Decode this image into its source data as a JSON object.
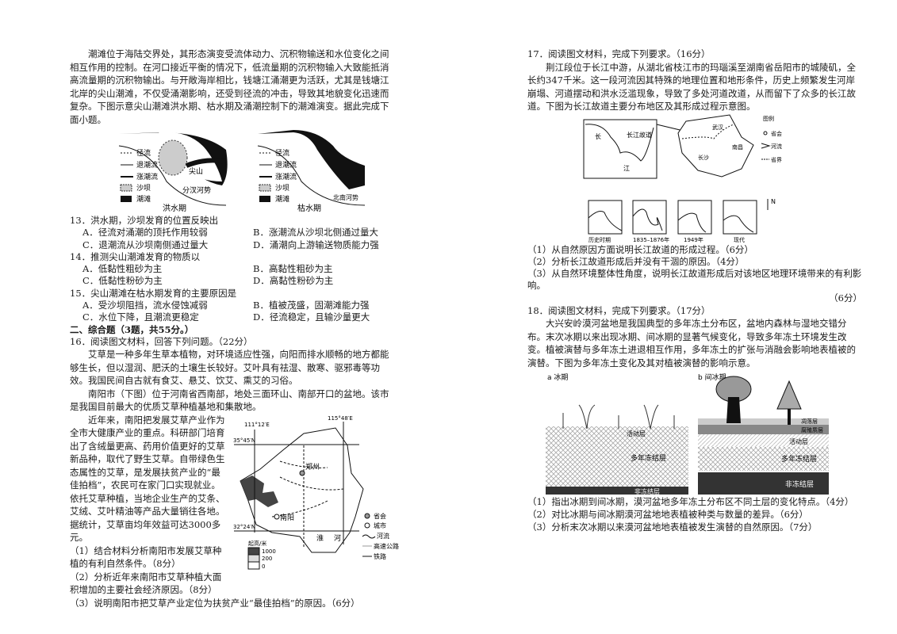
{
  "left": {
    "intro": "潮滩位于海陆交界处，其形态演变受流体动力、沉积物输送和水位变化之间相互作用的控制。在河口接近平衡的情况下，低流量期的沉积物输入大致能抵消高流量期的沉积物输出。与开敞海岸相比，钱塘江涌潮更为活跃，尤其是钱塘江北岸的尖山潮滩，不仅受涌潮影响，还受到径流的冲击，导致其地貌变化迅速而复杂。下图示意尖山潮滩洪水期、枯水期及涌潮控制下的潮滩演变。据此完成下面小题。",
    "diagram1": {
      "legend": [
        "径流",
        "退潮流",
        "涨潮流",
        "沙坝",
        "潮滩"
      ],
      "flood_label": "洪水期",
      "dry_label": "枯水期",
      "jianshan": "尖山",
      "flood_trend": "分汊河势",
      "dry_trend": "北南河势"
    },
    "q13": {
      "stem": "13．洪水期，沙坝发育的位置反映出",
      "A": "A．径流对涌潮的顶托作用较弱",
      "B": "B．涨潮流从沙坝北侧通过量大",
      "C": "C．退潮流从沙坝南侧通过量大",
      "D": "D．涌潮向上游输送物质能力强"
    },
    "q14": {
      "stem": "14．推测尖山潮滩发育的物质以",
      "A": "A．低黏性粗砂为主",
      "B": "B．高黏性粗砂为主",
      "C": "C．低黏性粉砂为主",
      "D": "D．高黏性粉砂为主"
    },
    "q15": {
      "stem": "15．尖山潮滩在枯水期发育的主要原因是",
      "A": "A．受沙坝阻挡，流水侵蚀减弱",
      "B": "B．植被茂盛，固潮滩能力强",
      "C": "C．水位下降，且潮流更稳定",
      "D": "D．径流稳定，且输沙量更大"
    },
    "section2": "二、综合题（3题，共55分。）",
    "q16": {
      "stem": "16．阅读图文材料，回答下列问题。（22分）",
      "p1": "艾草是一种多年生草本植物，对环境适应性强，向阳而排水顺畅的地方都能够生长，但以湿润、肥沃的土壤生长较好。艾叶具有祛湿、散寒、驱邪毒等功效。我国民间自古就有食艾、悬艾、饮艾、熏艾的习俗。",
      "p2": "南阳市（下图）位于河南省西南部，地处三面环山、南部开口的盆地。该市是我国目前最大的优质艾草种植基地和集散地。",
      "p3": "近年来，南阳把发展艾草产业作为全市大健康产业的重点。科研部门培育出了含绒量更高、药用价值更好的艾草新品种，取代了野生艾草。自带绿色生态属性的艾草，是发展扶贫产业的“最佳拍档”，农民可在家门口实现就业。依托艾草种植，当地企业生产的艾条、艾绒、艾叶精油等产品大量销往各地。据统计，艾草亩均年效益可达3000多元。",
      "s1": "（1）结合材料分析南阳市发展艾草种植的有利自然条件。（8分）",
      "s2": "（2）分析近年来南阳市艾草种植大面积增加的主要社会经济原因。（8分）",
      "s3": "（3）说明南阳市把艾草产业定位为扶贫产业“最佳拍档”的原因。（6分）",
      "map": {
        "lon1": "111°12′E",
        "lon2": "115°48′E",
        "lat1": "35°45′N",
        "lat2": "32°24′N",
        "zhengzhou": "郑州",
        "nanyang": "南阳",
        "huai1": "淮",
        "huai2": "河",
        "legend": [
          "省会",
          "城市",
          "河流",
          "高速公路",
          "铁路"
        ],
        "elev_title": "起高/米",
        "elev": [
          "1000",
          "200",
          "0"
        ]
      }
    }
  },
  "right": {
    "q17": {
      "stem": "17．阅读图文材料，完成下列要求。（16分）",
      "p1": "荆江段位于长江中游，从湖北省枝江市的玛瑙溪至湖南省岳阳市的城陵矶，全长约347千米。这一段河流因其特殊的地理位置和地形条件，历史上频繁发生河岸崩塌、河道摆动和洪水泛滥现象，导致了多处河道改道，从而留下了众多的长江故道。下图为长江故道主要分布地区及其形成过程示意图。",
      "map": {
        "chang": "长",
        "jiang": "江",
        "gudao": "长江故道",
        "wuhan": "武汉",
        "changsha": "长沙",
        "nanchang": "南昌",
        "legend_title": "图例",
        "legend": [
          "省会",
          "河流",
          "省界"
        ]
      },
      "stages": [
        "历史时期",
        "1835–1876年",
        "1949年",
        "现代"
      ],
      "north": "N",
      "s1": "（1）从自然原因方面说明长江故道的形成过程。（6分）",
      "s2": "（2）分析长江故道形成后并没有干涸的原因。（4分）",
      "s3": "（3）从自然环境整体性角度，说明长江故道形成后对该地区地理环境带来的有利影响。",
      "s3_score": "（6分）"
    },
    "q18": {
      "stem": "18．阅读图文材料，完成下列要求。（17分）",
      "p1": "大兴安岭漠河盆地是我国典型的多年冻土分布区，盆地内森林与湿地交错分布。末次冰期以来出现冰期、间冰期的显著气候变化，导致多年冻土环境发生改变。植被演替与多年冻土进退相互作用，多年冻土的扩张与消融会影响地表植被的演替。下图为多年冻土变化及其对植被演替的影响示意。",
      "fig_a": "a 冰期",
      "fig_b": "b 间冰期",
      "active": "活动层",
      "permafrost": "多年冻结层",
      "nonfrozen": "非冻结层",
      "litter": "凋落层",
      "humus": "腐殖质层",
      "s1": "（1）指出冰期到间冰期，漠河盆地多年冻土分布区不同土层的变化特点。（4分）",
      "s2": "（2）对比冰期与间冰期漠河盆地地表植被种类与数量的差异。（6分）",
      "s3": "（3）分析末次冰期以来漠河盆地地表植被发生演替的自然原因。（7分）"
    }
  }
}
